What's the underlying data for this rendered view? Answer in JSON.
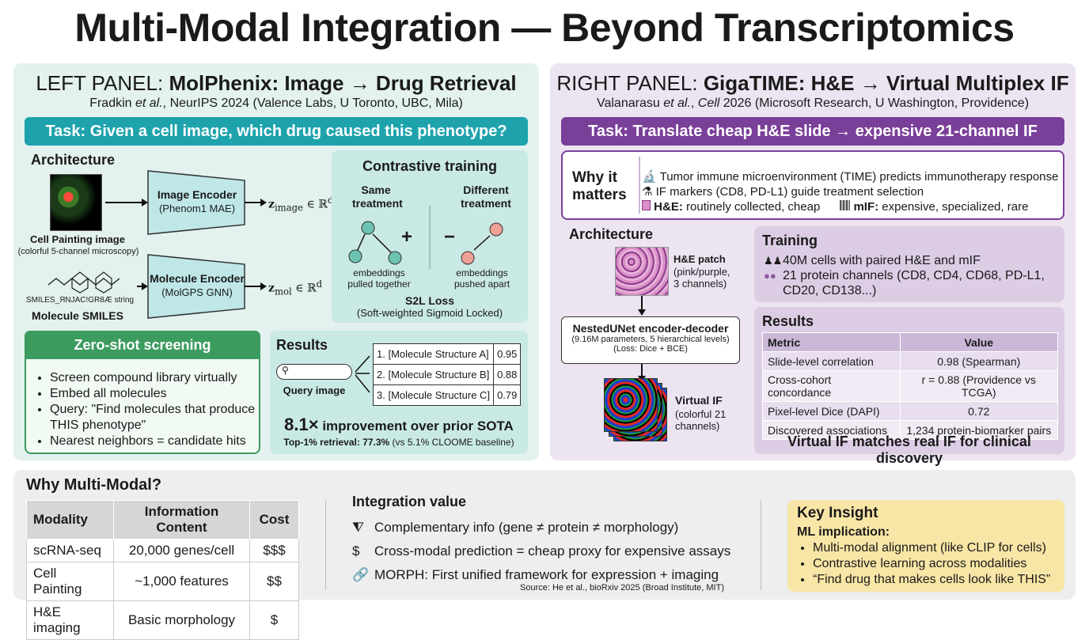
{
  "title": "Multi-Modal Integration — Beyond Transcriptomics",
  "left": {
    "panel_prefix": "LEFT PANEL: ",
    "panel_title": "MolPhenix: Image → Drug Retrieval",
    "cite_author": "Fradkin ",
    "cite_etal": "et al.",
    "cite_rest": ", NeurIPS 2024 (Valence Labs, U Toronto, UBC, Mila)",
    "task": "Task: Given a cell image, which drug caused this phenotype?",
    "architecture_label": "Architecture",
    "cell_image_label": "Cell Painting image",
    "cell_image_sub": "(colorful 5-channel microscopy)",
    "image_encoder": "Image Encoder",
    "image_encoder_sub": "(Phenom1 MAE)",
    "z_image": "z",
    "z_image_sub": "image",
    "z_image_space": " ∈ ℝ",
    "z_image_d": "d",
    "smiles_string": "SMILES_ЯNJAC!GR8Æ string",
    "molecule_smiles": "Molecule SMILES",
    "molecule_encoder": "Molecule Encoder",
    "molecule_encoder_sub": "(MolGPS GNN)",
    "z_mol": "z",
    "z_mol_sub": "mol",
    "z_mol_space": " ∈ ℝ",
    "z_mol_d": "d",
    "contrastive_title": "Contrastive training",
    "same_treatment": "Same treatment",
    "different_treatment": "Different treatment",
    "plus": "+",
    "minus": "−",
    "pulled": "embeddings pulled together",
    "pushed": "embeddings pushed apart",
    "s2l_title": "S2L Loss",
    "s2l_sub": "(Soft-weighted Sigmoid Locked)",
    "zeroshot_title": "Zero-shot screening",
    "zeroshot_items": [
      "Screen compound library virtually",
      "Embed all molecules",
      "Query: \"Find molecules that produce THIS phenotype\"",
      "Nearest neighbors = candidate hits"
    ],
    "results_title": "Results",
    "query_image": "Query image",
    "ranked": [
      {
        "label": "1. [Molecule Structure A]",
        "score": "0.95"
      },
      {
        "label": "2. [Molecule Structure B]",
        "score": "0.88"
      },
      {
        "label": "3. [Molecule Structure C]",
        "score": "0.79"
      }
    ],
    "improvement_big": "8.1×",
    "improvement_rest": " improvement over prior SOTA",
    "top1_bold": "Top-1% retrieval: 77.3%",
    "top1_rest": " (vs 5.1% CLOOME baseline)"
  },
  "right": {
    "panel_prefix": "RIGHT PANEL: ",
    "panel_title": "GigaTIME: H&E → Virtual Multiplex IF",
    "cite_author": "Valanarasu ",
    "cite_etal": "et al.",
    "cite_sep": ", ",
    "cite_journal": "Cell",
    "cite_rest": " 2026 (Microsoft Research, U Washington, Providence)",
    "task": "Task: Translate cheap H&E slide → expensive 21-channel IF",
    "why_label": "Why it matters",
    "why_items": [
      "Tumor immune microenvironment (TIME) predicts immunotherapy response",
      "IF markers (CD8, PD-L1) guide treatment selection"
    ],
    "he_bold": "H&E:",
    "he_rest": " routinely collected, cheap",
    "mif_bold": "mIF:",
    "mif_rest": " expensive, specialized, rare",
    "architecture_label": "Architecture",
    "he_patch": "H&E patch",
    "he_patch_sub": "(pink/purple, 3 channels)",
    "unet_title": "NestedUNet encoder-decoder",
    "unet_sub1": "(9.16M parameters, 5 hierarchical levels)",
    "unet_sub2": "(Loss: Dice + BCE)",
    "virtual_if": "Virtual IF",
    "virtual_if_sub": "(colorful 21 channels)",
    "training_title": "Training",
    "training_items": [
      "40M cells with paired H&E and mIF",
      "21 protein channels (CD8, CD4, CD68, PD-L1, CD20, CD138...)"
    ],
    "results_title": "Results",
    "results_headers": [
      "Metric",
      "Value"
    ],
    "results_rows": [
      [
        "Slide-level correlation",
        "0.98 (Spearman)"
      ],
      [
        "Cross-cohort concordance",
        "r = 0.88 (Providence vs TCGA)"
      ],
      [
        "Pixel-level Dice (DAPI)",
        "0.72"
      ],
      [
        "Discovered associations",
        "1,234 protein-biomarker pairs"
      ]
    ],
    "conclusion": "Virtual IF matches real IF for clinical discovery"
  },
  "bottom": {
    "why_title": "Why Multi-Modal?",
    "table_headers": [
      "Modality",
      "Information Content",
      "Cost"
    ],
    "table_rows": [
      [
        "scRNA-seq",
        "20,000 genes/cell",
        "$$$"
      ],
      [
        "Cell Painting",
        "~1,000 features",
        "$$"
      ],
      [
        "H&E imaging",
        "Basic morphology",
        "$"
      ]
    ],
    "integration_title": "Integration value",
    "integration_items": [
      "Complementary info (gene ≠ protein ≠ morphology)",
      "Cross-modal prediction = cheap proxy for expensive assays",
      "MORPH: First unified framework for expression + imaging"
    ],
    "source": "Source: He et al., bioRxiv 2025 (Broad Institute, MIT)",
    "key_title": "Key Insight",
    "key_sub": "ML implication:",
    "key_items": [
      "Multi-modal alignment (like CLIP for cells)",
      "Contrastive learning across modalities",
      "“Find drug that makes cells look like THIS”"
    ]
  },
  "colors": {
    "teal_accent": "#1ea3ad",
    "purple_accent": "#7a3f99",
    "green_accent": "#3c9b5e",
    "encoder_fill": "#bfe7e8",
    "insight_fill": "#f8e6a6"
  }
}
